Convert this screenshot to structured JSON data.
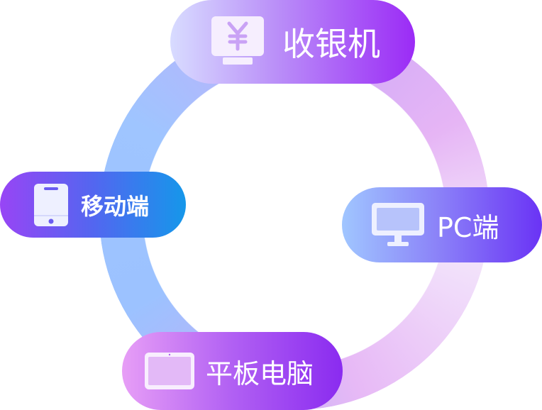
{
  "nodes": [
    {
      "label": "收银机",
      "icon": "cash-register-icon"
    },
    {
      "label": "移动端",
      "icon": "mobile-icon"
    },
    {
      "label": "PC端",
      "icon": "monitor-icon"
    },
    {
      "label": "平板电脑",
      "icon": "tablet-icon"
    }
  ]
}
